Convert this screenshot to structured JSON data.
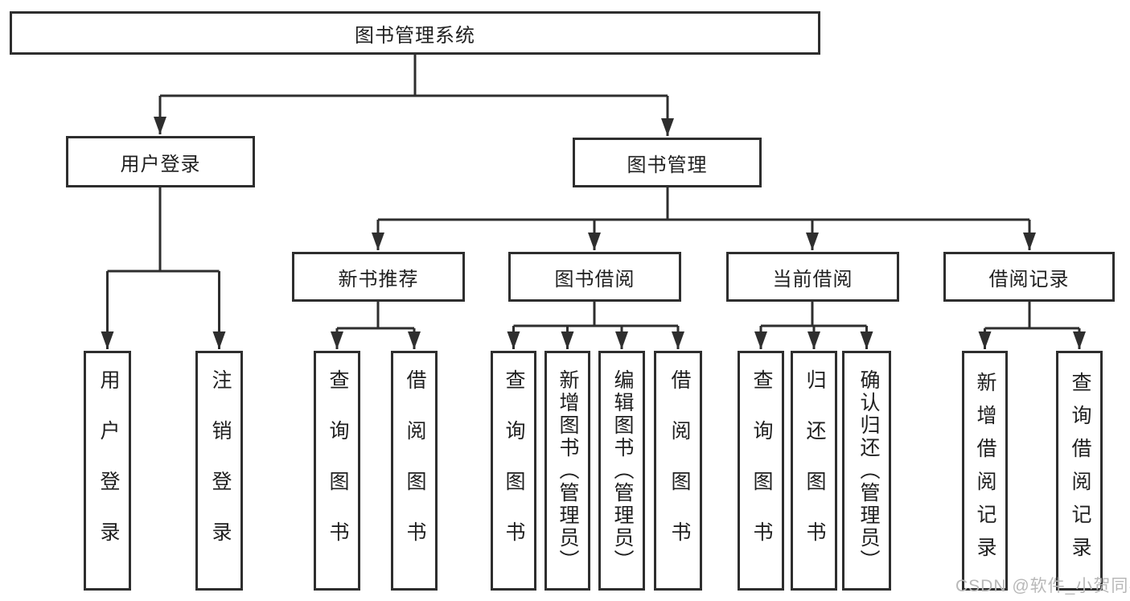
{
  "tree": {
    "root": {
      "label": "图书管理系统"
    },
    "branches": [
      {
        "label": "用户登录",
        "children": [
          {
            "label": "用户登录"
          },
          {
            "label": "注销登录"
          }
        ]
      },
      {
        "label": "图书管理",
        "children": [
          {
            "label": "新书推荐",
            "children": [
              {
                "label": "查询图书"
              },
              {
                "label": "借阅图书"
              }
            ]
          },
          {
            "label": "图书借阅",
            "children": [
              {
                "label": "查询图书"
              },
              {
                "label": "新增图书（管理员）"
              },
              {
                "label": "编辑图书（管理员）"
              },
              {
                "label": "借阅图书"
              }
            ]
          },
          {
            "label": "当前借阅",
            "children": [
              {
                "label": "查询图书"
              },
              {
                "label": "归还图书"
              },
              {
                "label": "确认归还（管理员）"
              }
            ]
          },
          {
            "label": "借阅记录",
            "children": [
              {
                "label": "新增借阅记录"
              },
              {
                "label": "查询借阅记录"
              }
            ]
          }
        ]
      }
    ]
  },
  "watermark": {
    "text": "CSDN @软件_小贺同学"
  },
  "colors": {
    "line": "#2e2e2e",
    "text": "#1f1f1f",
    "box_background": "#ffffff",
    "watermark": "#b8b8b8"
  }
}
